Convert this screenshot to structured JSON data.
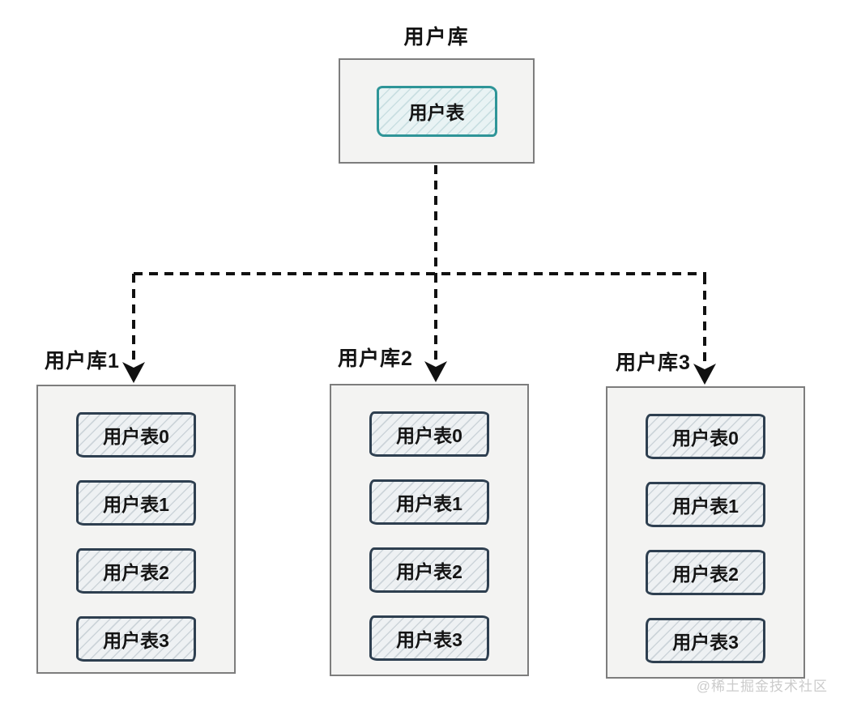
{
  "diagram": {
    "title": "用户库",
    "root_db": {
      "table_label": "用户表"
    },
    "shards": [
      {
        "label": "用户库1",
        "tables": [
          "用户表0",
          "用户表1",
          "用户表2",
          "用户表3"
        ]
      },
      {
        "label": "用户库2",
        "tables": [
          "用户表0",
          "用户表1",
          "用户表2",
          "用户表3"
        ]
      },
      {
        "label": "用户库3",
        "tables": [
          "用户表0",
          "用户表1",
          "用户表2",
          "用户表3"
        ]
      }
    ],
    "watermark": "@稀土掘金技术社区",
    "colors": {
      "teal_border": "#2f9598",
      "teal_fill": "#e9f3f4",
      "slate_border": "#2e3f50",
      "table_fill": "#eef1f3",
      "outer_border": "#7d7d7d",
      "outer_fill": "#f3f3f2",
      "connector": "#111111",
      "watermark": "#cbcbcb"
    }
  }
}
